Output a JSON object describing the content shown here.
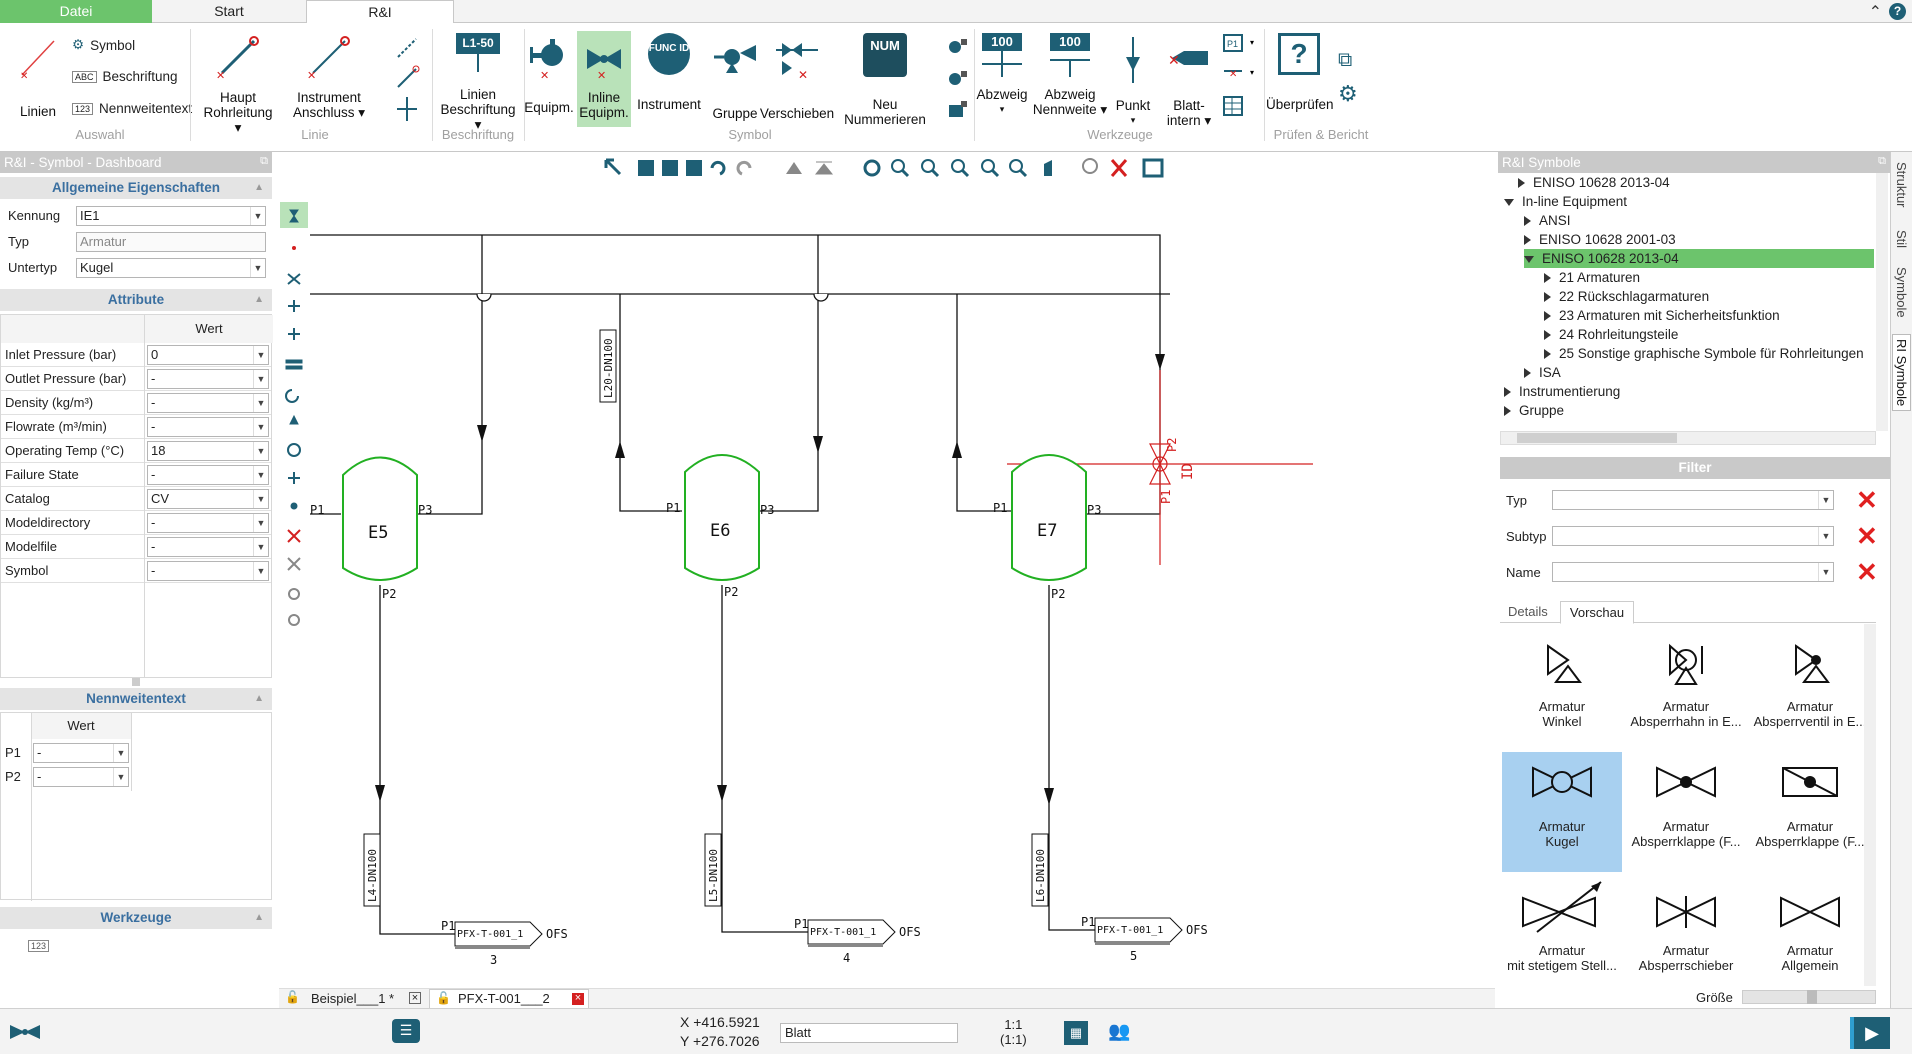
{
  "tabs": {
    "file": "Datei",
    "start": "Start",
    "ri": "R&I"
  },
  "ribbon": {
    "linien": "Linien",
    "symbol": "Symbol",
    "beschriftung": "Beschriftung",
    "nennweitentext": "Nennweitentext",
    "haupt1": "Haupt",
    "haupt2": "Rohrleitung",
    "instr1": "Instrument",
    "instr2": "Anschluss",
    "lb_icon": "L1-50",
    "lb1": "Linien",
    "lb2": "Beschriftung",
    "equipm": "Equipm.",
    "inline1": "Inline",
    "inline2": "Equipm.",
    "func_icon": "FUNC ID",
    "instrument": "Instrument",
    "gruppe": "Gruppe",
    "verschieben": "Verschieben",
    "num_icon": "NUM",
    "neu": "Neu Nummerieren",
    "abz_icon": "100",
    "abzweig": "Abzweig",
    "nenn_icon": "100",
    "nenn1": "Abzweig",
    "nenn2": "Nennweite",
    "punkt": "Punkt",
    "blatt1": "Blatt-",
    "blatt2": "intern",
    "pruefen": "Überprüfen",
    "g_auswahl": "Auswahl",
    "g_linie": "Linie",
    "g_beschriftung": "Beschriftung",
    "g_symbol": "Symbol",
    "g_werkzeuge": "Werkzeuge",
    "g_pruefen": "Prüfen & Bericht"
  },
  "left": {
    "title": "R&I - Symbol - Dashboard",
    "sec_allg": "Allgemeine Eigenschaften",
    "kennung_l": "Kennung",
    "kennung_v": "IE1",
    "typ_l": "Typ",
    "typ_v": "Armatur",
    "untertyp_l": "Untertyp",
    "untertyp_v": "Kugel",
    "sec_attr": "Attribute",
    "wert": "Wert",
    "attrs": [
      {
        "k": "Inlet Pressure (bar)",
        "v": "0"
      },
      {
        "k": "Outlet Pressure (bar)",
        "v": "-"
      },
      {
        "k": "Density (kg/m³)",
        "v": "-"
      },
      {
        "k": "Flowrate (m³/min)",
        "v": "-"
      },
      {
        "k": "Operating Temp (°C)",
        "v": "18"
      },
      {
        "k": "Failure State",
        "v": "-"
      },
      {
        "k": "Catalog",
        "v": "CV"
      },
      {
        "k": "Modeldirectory",
        "v": "-"
      },
      {
        "k": "Modelfile",
        "v": "-"
      },
      {
        "k": "Symbol",
        "v": "-"
      }
    ],
    "sec_nenn": "Nennweitentext",
    "nenn_wert": "Wert",
    "p1": "P1",
    "p1v": "-",
    "p2": "P2",
    "p2v": "-",
    "sec_werk": "Werkzeuge"
  },
  "drawing": {
    "e5": "E5",
    "e6": "E6",
    "e7": "E7",
    "l4": "L4-DN100",
    "l5": "L5-DN100",
    "l6": "L6-DN100",
    "l20": "L20-DN100",
    "pfx": "PFX-T-001_1",
    "ofs": "OFS",
    "n3": "3",
    "n4": "4",
    "n5": "5",
    "p1": "P1",
    "p2": "P2",
    "p3": "P3",
    "id": "ID"
  },
  "doctabs": {
    "t1": "Beispiel___1 *",
    "t2": "PFX-T-001___2"
  },
  "right": {
    "title": "R&I Symbole",
    "tree": [
      "ENISO 10628 2013-04",
      "In-line Equipment",
      "ANSI",
      "ENISO 10628 2001-03",
      "ENISO 10628 2013-04",
      "21 Armaturen",
      "22 Rückschlagarmaturen",
      "23 Armaturen mit Sicherheitsfunktion",
      "24 Rohrleitungsteile",
      "25 Sonstige graphische Symbole für Rohrleitungen",
      "ISA",
      "Instrumentierung",
      "Gruppe"
    ],
    "filter": "Filter",
    "typ": "Typ",
    "subtyp": "Subtyp",
    "name": "Name",
    "details": "Details",
    "vorschau": "Vorschau",
    "previews": [
      {
        "a": "Armatur",
        "b": "Winkel"
      },
      {
        "a": "Armatur",
        "b": "Absperrhahn in E..."
      },
      {
        "a": "Armatur",
        "b": "Absperrventil in E..."
      },
      {
        "a": "Armatur",
        "b": "Kugel"
      },
      {
        "a": "Armatur",
        "b": "Absperrklappe (F..."
      },
      {
        "a": "Armatur",
        "b": "Absperrklappe (F..."
      },
      {
        "a": "Armatur",
        "b": "mit stetigem Stell..."
      },
      {
        "a": "Armatur",
        "b": "Absperrschieber"
      },
      {
        "a": "Armatur",
        "b": "Allgemein"
      }
    ],
    "groesse": "Größe",
    "vt_struktur": "Struktur",
    "vt_stil": "Stil",
    "vt_symbole": "Symbole",
    "vt_ri": "RI Symbole"
  },
  "status": {
    "x": "X +416.5921",
    "y": "Y +276.7026",
    "blatt": "Blatt",
    "scale1": "1:1",
    "scale2": "(1:1)"
  },
  "colors": {
    "accent": "#6cc46c",
    "teal": "#1e5f75",
    "red": "#d42020",
    "green": "#22b022"
  }
}
